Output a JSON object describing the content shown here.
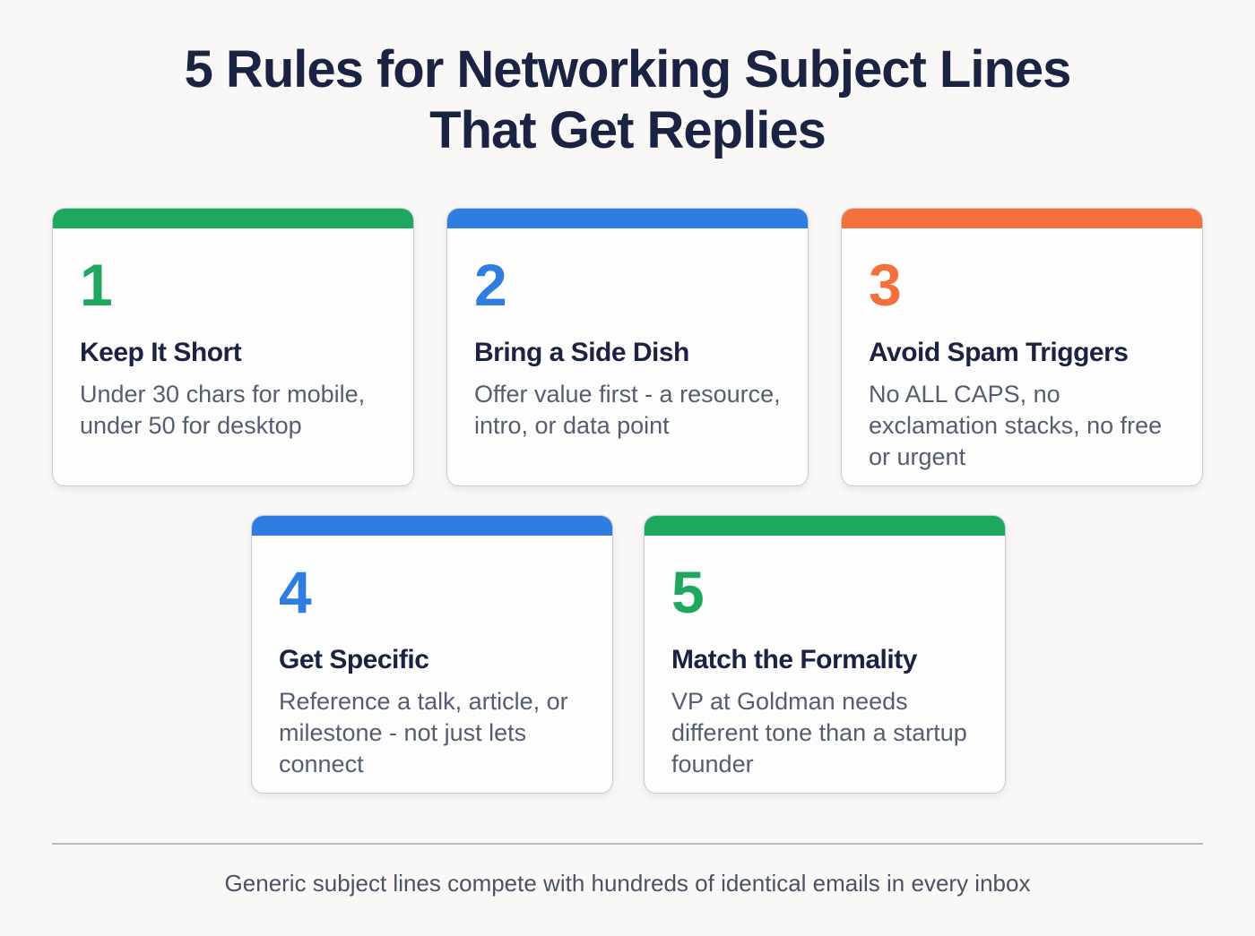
{
  "header": {
    "title_line1": "5 Rules for Networking Subject Lines",
    "title_line2": "That Get Replies"
  },
  "cards": [
    {
      "number": "1",
      "accent_name": "green",
      "accent_color": "#1ea85e",
      "title": "Keep It Short",
      "description": "Under 30 chars for mobile, under 50 for desktop"
    },
    {
      "number": "2",
      "accent_name": "blue",
      "accent_color": "#2f7de0",
      "title": "Bring a Side Dish",
      "description": "Offer value first - a resource, intro, or data point"
    },
    {
      "number": "3",
      "accent_name": "orange",
      "accent_color": "#f3703d",
      "title": "Avoid Spam Triggers",
      "description": "No ALL CAPS, no exclamation stacks, no free or urgent"
    },
    {
      "number": "4",
      "accent_name": "blue",
      "accent_color": "#2f7de0",
      "title": "Get Specific",
      "description": "Reference a talk, article, or milestone - not just lets connect"
    },
    {
      "number": "5",
      "accent_name": "green",
      "accent_color": "#1ea85e",
      "title": "Match the Formality",
      "description": "VP at Goldman needs different tone than a startup founder"
    }
  ],
  "footer": {
    "note": "Generic subject lines compete with hundreds of identical emails in every inbox"
  },
  "colors": {
    "background": "#f9f8f6",
    "card_background": "#fdfdfd",
    "card_border": "#c5cad4",
    "heading_text": "#1a2342",
    "body_text": "#555e70",
    "footer_text": "#4a5365",
    "divider": "#b6bbc5",
    "green": "#1ea85e",
    "blue": "#2f7de0",
    "orange": "#f3703d"
  }
}
